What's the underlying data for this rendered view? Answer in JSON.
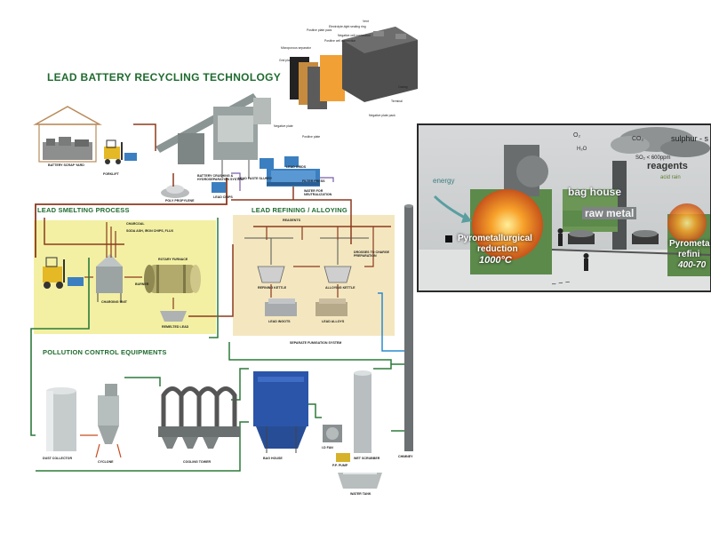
{
  "diagram": {
    "title": "LEAD BATTERY RECYCLING TECHNOLOGY",
    "sections": {
      "smelting": "LEAD SMELTING PROCESS",
      "refining": "LEAD REFINING / ALLOYING",
      "pollution": "POLLUTION CONTROL EQUIPMENTS"
    },
    "battery_parts": [
      "Vent",
      "Electrolyte-tight sealing ring",
      "Negative cell connection",
      "Positive cell connection",
      "Positive plate pack",
      "Microporous separator",
      "Grid plate",
      "Negative plate",
      "Positive plate",
      "Terminal",
      "Casing",
      "Negative plate pack"
    ],
    "labels": {
      "scrap_yard": "BATTERY SCRAP YARD",
      "forklift": "FORKLIFT",
      "crushing": "BATTERY CRUSHING & HYDROSEPARATION SYSTEM",
      "lead_paste": "LEAD PASTE SLURRY",
      "lead_grids": "LEAD GRIDS",
      "filter_press": "FILTER PRESS",
      "water": "WATER FOR NEUTRALIZATION",
      "poly": "POLY PROPYLENE",
      "lead_chips": "LEAD CHIPS",
      "charcoal": "CHARCOAL",
      "soda": "SODA ASH, IRON CHIPS, FLUX",
      "rotary": "ROTARY FURNACE",
      "burner": "BURNER",
      "charging": "CHARGING UNIT",
      "remelted": "REMELTED LEAD",
      "reagents": "REAGENTS",
      "dross": "DROSSES TO CHARGE PREPARATION",
      "refining_kettle": "REFINING KETTLE",
      "alloying_kettle": "ALLOYING KETTLE",
      "ingots": "LEAD INGOTS",
      "alloys": "LEAD ALLOYS",
      "fumigation": "SEPARATE FUMIGATION SYSTEM",
      "dust": "DUST COLLECTOR",
      "cyclone": "CYCLONE",
      "cooling": "COOLING TOWER",
      "baghouse": "BAG HOUSE",
      "idfan": "I.D FAN",
      "pump": "P.P. PUMP",
      "scrubber": "WET SCRUBBER",
      "tank": "WATER TANK",
      "chimney": "CHIMNEY"
    }
  },
  "photo": {
    "energy": "energy",
    "o2": "O₂",
    "h2o": "H₂O",
    "co2": "CO₂",
    "sulphur": "sulphur - s",
    "so2": "SO₂ < 600ppm",
    "reagents": "reagents",
    "acid": "acid rain",
    "bag_house": "bag house",
    "raw_metal": "raw metal",
    "pyro_line1": "Pyrometallurgical",
    "pyro_line2": "reduction",
    "pyro_temp": "1000°C",
    "refine_line1": "Pyrometal",
    "refine_line2": "refini",
    "refine_temp": "400-70"
  }
}
